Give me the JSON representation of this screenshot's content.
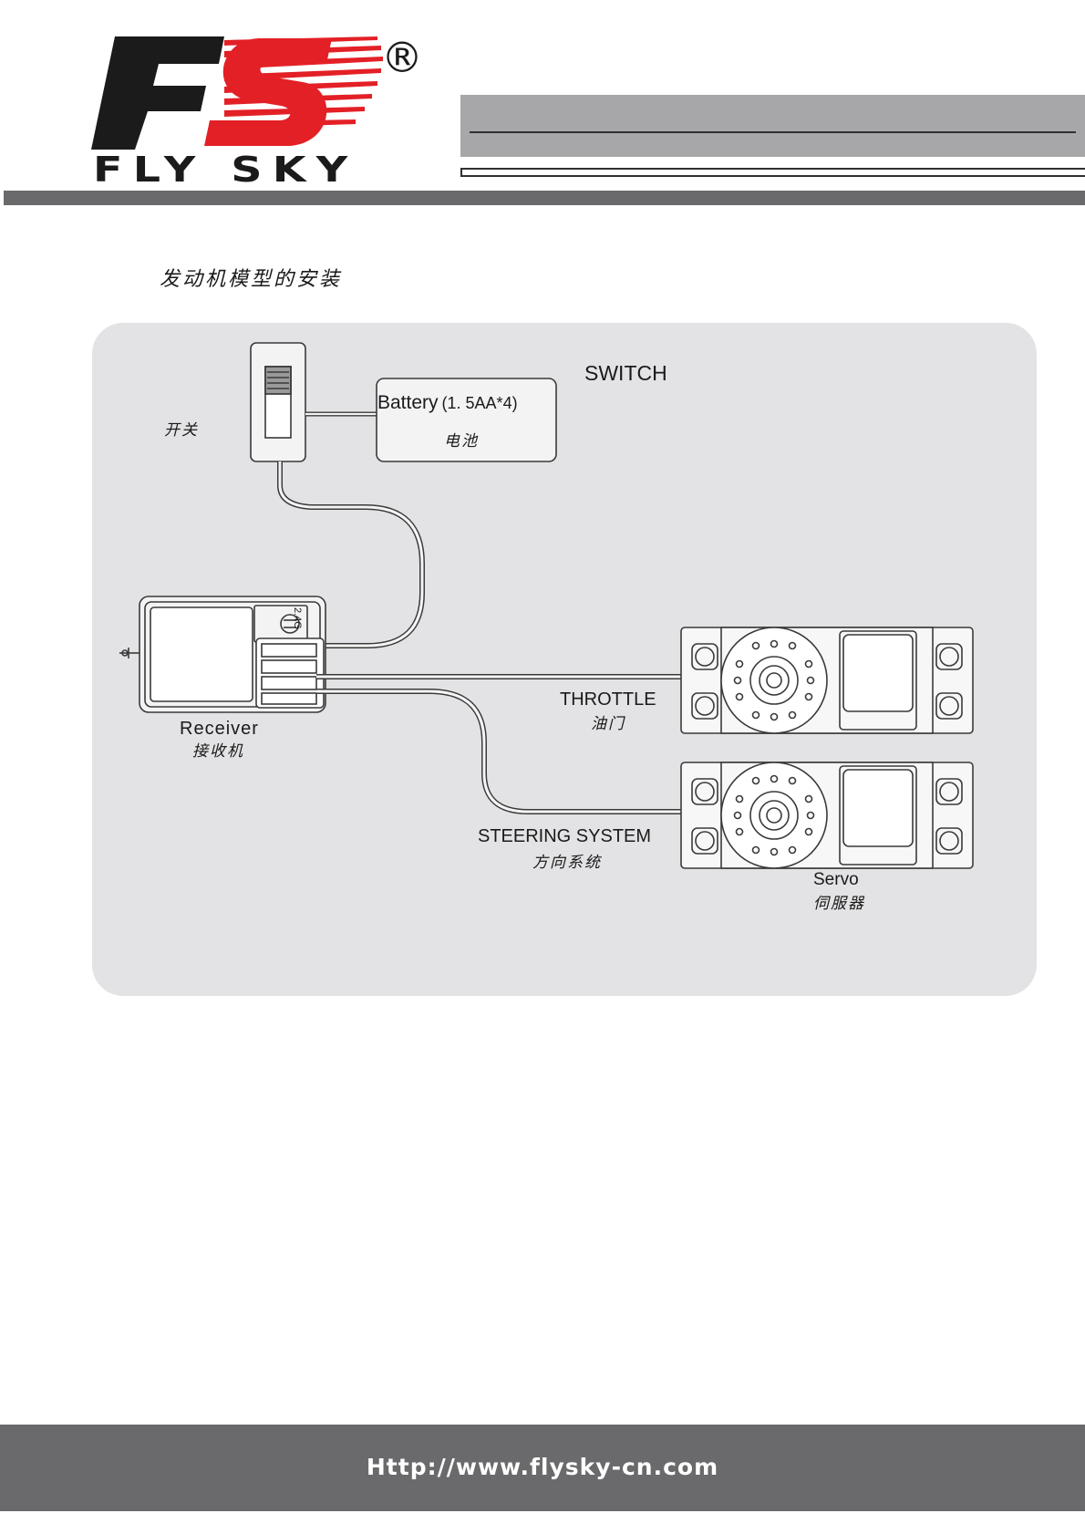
{
  "header": {
    "brand": "FLY SKY",
    "registered_mark": "®",
    "logo_mark": "FS",
    "colors": {
      "logo_red": "#e32026",
      "logo_black": "#1b1b1b",
      "header_gray": "#a7a7a9",
      "bar_gray": "#6a6a6c"
    }
  },
  "section": {
    "title": "发动机模型的安装"
  },
  "diagram": {
    "switch": {
      "label_en": "SWITCH",
      "label_cn": "开关"
    },
    "battery": {
      "label_en": "Battery",
      "spec": "(1. 5AA*4)",
      "label_cn": "电池"
    },
    "receiver": {
      "label_en": "Receiver",
      "label_cn": "接收机",
      "marking": "2.4G"
    },
    "throttle": {
      "label_en": "THROTTLE",
      "label_cn": "油门"
    },
    "steering": {
      "label_en": "STEERING SYSTEM",
      "label_cn": "方向系统"
    },
    "servo": {
      "label_en": "Servo",
      "label_cn": "伺服器"
    }
  },
  "footer": {
    "url": "Http://www.flysky-cn.com"
  }
}
